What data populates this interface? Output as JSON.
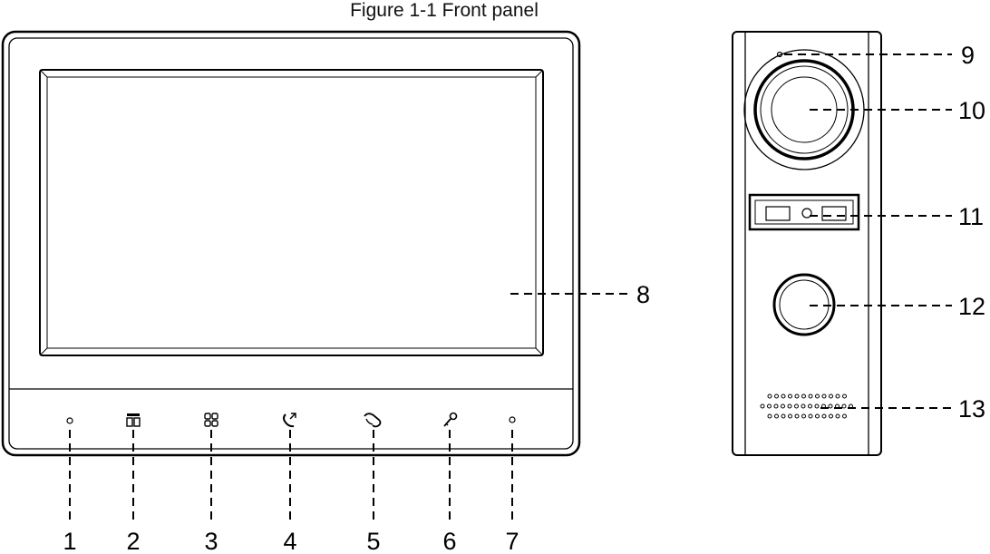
{
  "figure": {
    "title": "Figure 1-1 Front panel"
  },
  "callouts": {
    "c1": "1",
    "c2": "2",
    "c3": "3",
    "c4": "4",
    "c5": "5",
    "c6": "6",
    "c7": "7",
    "c8": "8",
    "c9": "9",
    "c10": "10",
    "c11": "11",
    "c12": "12",
    "c13": "13"
  },
  "icons": {
    "b2": "menu-icon",
    "b3": "apps-icon",
    "b4": "call-icon",
    "b5": "hang-up-icon",
    "b6": "unlock-icon"
  }
}
